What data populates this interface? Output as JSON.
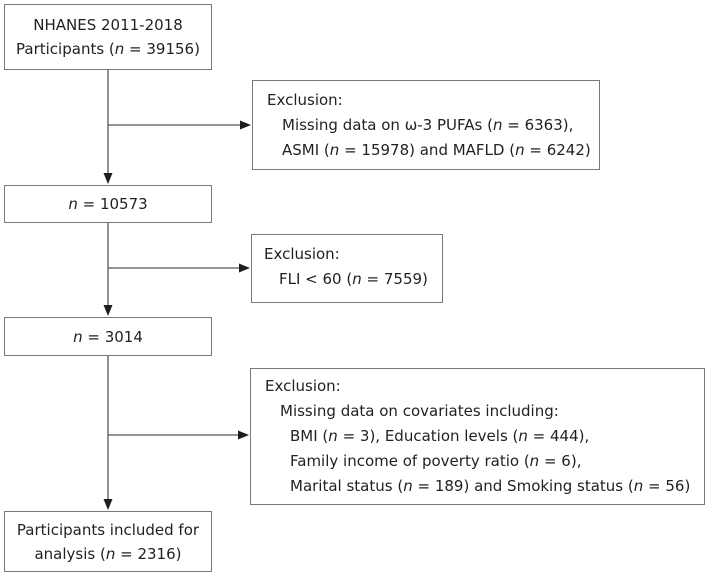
{
  "nodes": [
    {
      "name": "nhanes-participants",
      "lines": [
        {
          "segs": [
            {
              "t": "NHANES 2011-2018"
            }
          ]
        },
        {
          "segs": [
            {
              "t": "Participants ("
            },
            {
              "t": "n",
              "i": true
            },
            {
              "t": " = 39156)"
            }
          ]
        }
      ]
    },
    {
      "name": "exclusion-missing-pufa-asmi-mafld",
      "lines": [
        {
          "segs": [
            {
              "t": "Exclusion:"
            }
          ]
        },
        {
          "ind": 1,
          "segs": [
            {
              "t": "Missing data on ω-3 PUFAs ("
            },
            {
              "t": "n",
              "i": true
            },
            {
              "t": " = 6363),"
            }
          ]
        },
        {
          "ind": 1,
          "segs": [
            {
              "t": "ASMI ("
            },
            {
              "t": "n",
              "i": true
            },
            {
              "t": " = 15978) and MAFLD ("
            },
            {
              "t": "n",
              "i": true
            },
            {
              "t": " = 6242)"
            }
          ]
        }
      ]
    },
    {
      "name": "n-10573",
      "lines": [
        {
          "segs": [
            {
              "t": "n",
              "i": true
            },
            {
              "t": " = 10573"
            }
          ]
        }
      ]
    },
    {
      "name": "exclusion-fli",
      "lines": [
        {
          "segs": [
            {
              "t": "Exclusion:"
            }
          ]
        },
        {
          "ind": 1,
          "segs": [
            {
              "t": "FLI < 60 ("
            },
            {
              "t": "n",
              "i": true
            },
            {
              "t": " = 7559)"
            }
          ]
        }
      ]
    },
    {
      "name": "n-3014",
      "lines": [
        {
          "segs": [
            {
              "t": "n",
              "i": true
            },
            {
              "t": " = 3014"
            }
          ]
        }
      ]
    },
    {
      "name": "exclusion-covariates",
      "lines": [
        {
          "segs": [
            {
              "t": "Exclusion:"
            }
          ]
        },
        {
          "ind": 1,
          "segs": [
            {
              "t": "Missing data on covariates including:"
            }
          ]
        },
        {
          "ind": 2,
          "segs": [
            {
              "t": "BMI ("
            },
            {
              "t": "n",
              "i": true
            },
            {
              "t": " = 3), Education levels ("
            },
            {
              "t": "n",
              "i": true
            },
            {
              "t": " = 444),"
            }
          ]
        },
        {
          "ind": 2,
          "segs": [
            {
              "t": "Family income of poverty ratio ("
            },
            {
              "t": "n",
              "i": true
            },
            {
              "t": " = 6),"
            }
          ]
        },
        {
          "ind": 2,
          "segs": [
            {
              "t": "Marital status ("
            },
            {
              "t": "n",
              "i": true
            },
            {
              "t": " = 189) and Smoking status ("
            },
            {
              "t": "n",
              "i": true
            },
            {
              "t": " = 56)"
            }
          ]
        }
      ]
    },
    {
      "name": "participants-included",
      "lines": [
        {
          "segs": [
            {
              "t": "Participants included for"
            }
          ]
        },
        {
          "segs": [
            {
              "t": "analysis ("
            },
            {
              "t": "n",
              "i": true
            },
            {
              "t": " = 2316)"
            }
          ]
        }
      ]
    }
  ],
  "colors": {
    "box_border": "#77787b",
    "connector_line": "#55565a",
    "arrowhead": "#1d1d1f",
    "text": "#231f20",
    "background": "#ffffff"
  }
}
